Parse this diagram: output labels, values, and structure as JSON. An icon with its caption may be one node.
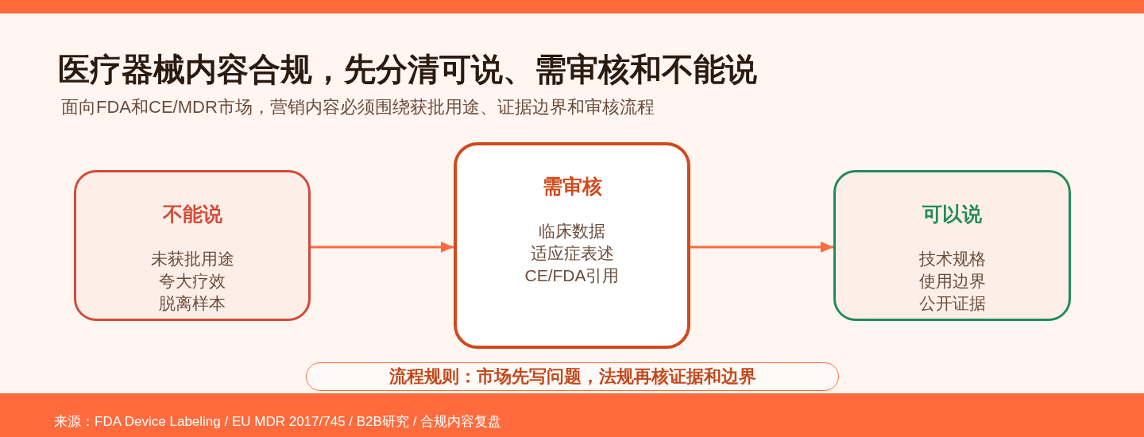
{
  "diagram": {
    "title": "医疗器械内容合规，先分清可说、需审核和不能说",
    "nodes": [
      {
        "text": [
          "不能说",
          "未获批用途",
          "夸大疗效",
          "脱离样本"
        ]
      },
      {
        "text": [
          "需审核",
          "临床数据",
          "适应症表述",
          "CE/FDA引用"
        ]
      },
      {
        "text": [
          "可以说",
          "技术规格",
          "使用边界",
          "公开证据"
        ]
      },
      {
        "text": [
          "流程规则：市场先写问题，法规再核证据和边界"
        ]
      }
    ],
    "edges": [
      {
        "from": 0,
        "to": 1,
        "arrow": "to"
      },
      {
        "from": 1,
        "to": 2,
        "arrow": "to"
      }
    ],
    "labels": [
      "面向FDA和CE/MDR市场，营销内容必须围绕获批用途、证据边界和审核流程",
      "来源：FDA Device Labeling / EU MDR 2017/745 / B2B研究 / 合规内容复盘"
    ]
  }
}
